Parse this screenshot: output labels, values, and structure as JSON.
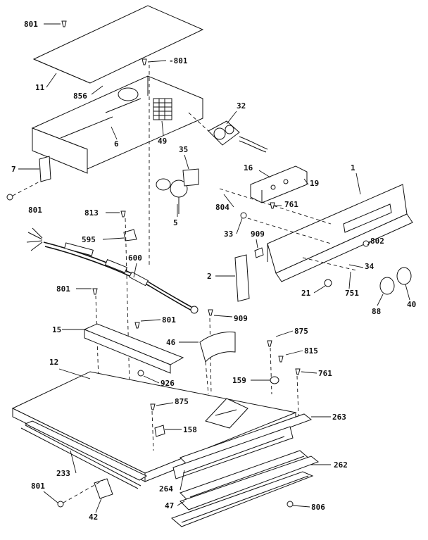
{
  "labels": {
    "l801a": "801",
    "l801b": "-801",
    "l11": "11",
    "l856": "856",
    "l6": "6",
    "l49": "49",
    "l32": "32",
    "l7": "7",
    "l801c": "801",
    "l35": "35",
    "l5": "5",
    "l16": "16",
    "l19": "19",
    "l1": "1",
    "l804": "804",
    "l761a": "761",
    "l813": "813",
    "l33": "33",
    "l909a": "909",
    "l595": "595",
    "l802": "802",
    "l600": "600",
    "l2": "2",
    "l34": "34",
    "l21": "21",
    "l751": "751",
    "l88": "88",
    "l40": "40",
    "l801d": "801",
    "l909b": "909",
    "l15": "15",
    "l801e": "801",
    "l46": "46",
    "l875a": "875",
    "l815": "815",
    "l12": "12",
    "l926": "926",
    "l159": "159",
    "l761b": "761",
    "l875b": "875",
    "l263": "263",
    "l158": "158",
    "l233": "233",
    "l262": "262",
    "l264": "264",
    "l801f": "801",
    "l47": "47",
    "l806": "806",
    "l42": "42"
  }
}
